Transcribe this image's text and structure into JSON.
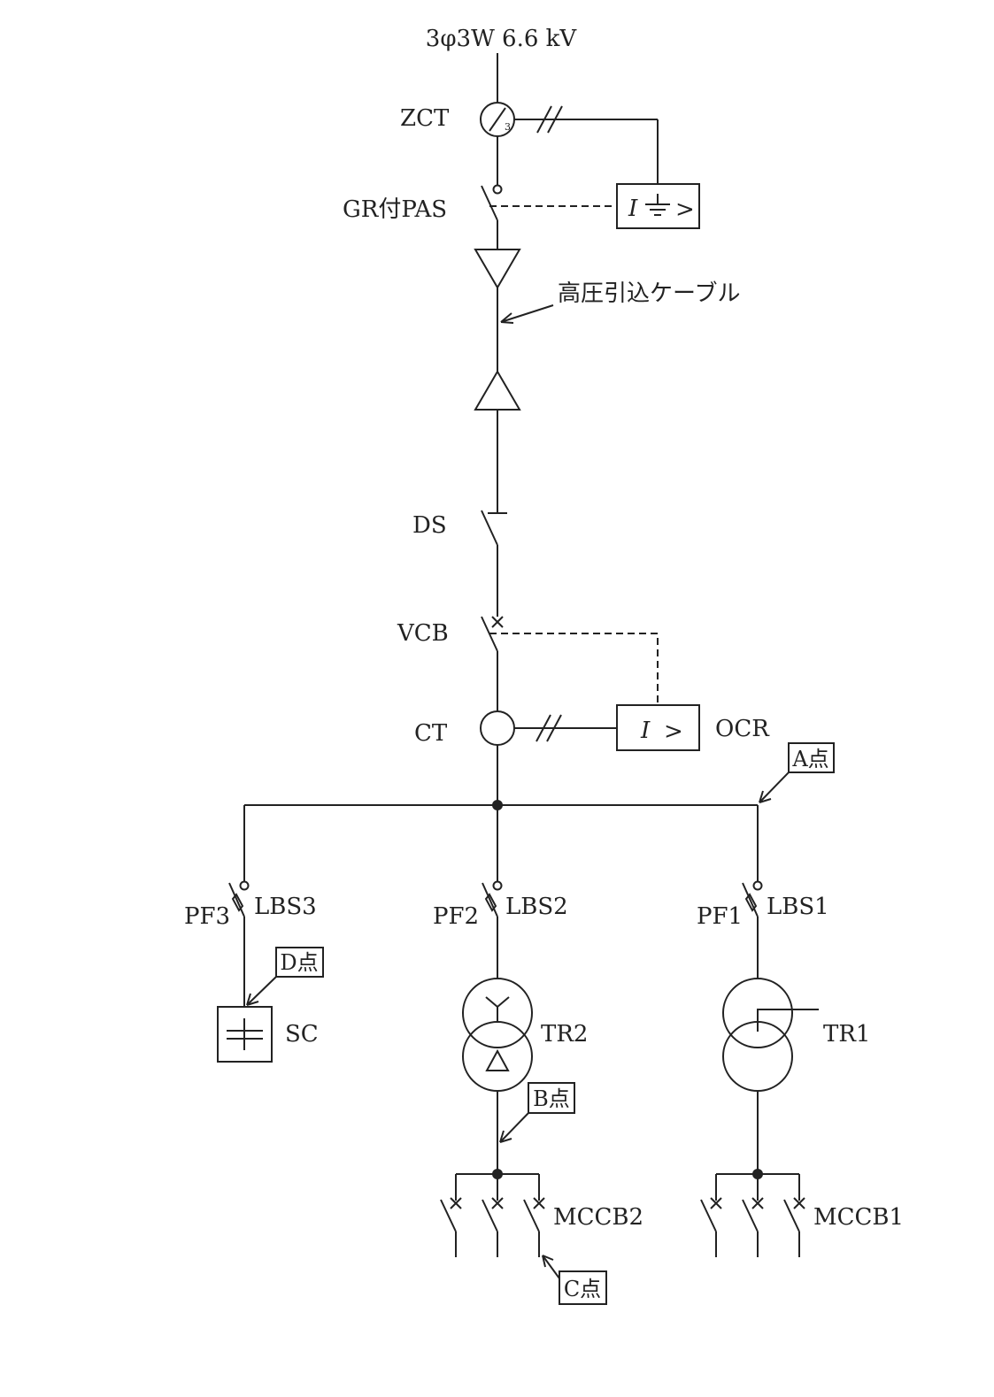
{
  "supply_label": "3φ3W 6.6 kV",
  "labels": {
    "zct": "ZCT",
    "zct_inner": "3",
    "gr_pas": "GR付PAS",
    "relay_gr": "I ⏚ >",
    "cable": "高圧引込ケーブル",
    "ds": "DS",
    "vcb": "VCB",
    "ct": "CT",
    "relay_oc": "I >",
    "ocr": "OCR",
    "point_a": "A点",
    "point_b": "B点",
    "point_c": "C点",
    "point_d": "D点",
    "pf3": "PF3",
    "lbs3": "LBS3",
    "pf2": "PF2",
    "lbs2": "LBS2",
    "pf1": "PF1",
    "lbs1": "LBS1",
    "sc": "SC",
    "tr2": "TR2",
    "tr1": "TR1",
    "mccb2": "MCCB2",
    "mccb1": "MCCB1"
  },
  "colors": {
    "line": "#222222",
    "background": "#ffffff"
  }
}
